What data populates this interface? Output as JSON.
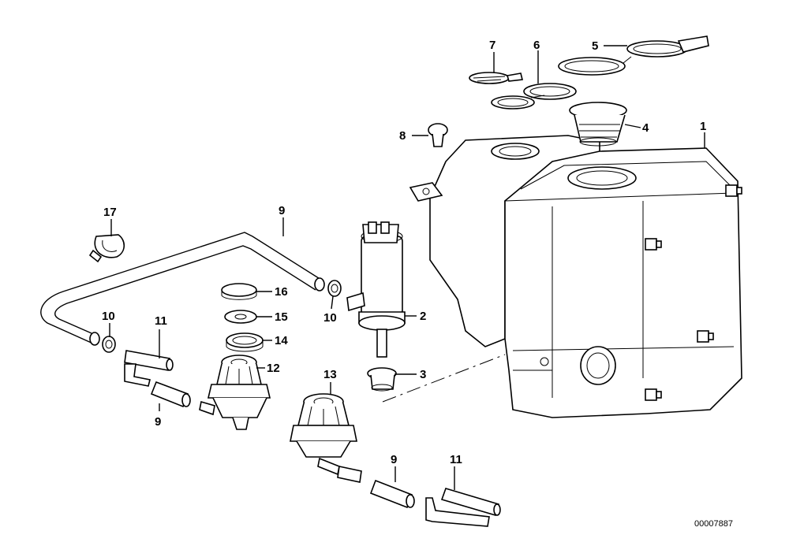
{
  "diagram": {
    "reference_number": "00007887",
    "callouts": [
      "1",
      "2",
      "3",
      "4",
      "5",
      "6",
      "7",
      "8",
      "9",
      "9",
      "9",
      "10",
      "10",
      "11",
      "11",
      "12",
      "13",
      "14",
      "15",
      "16",
      "17"
    ]
  }
}
